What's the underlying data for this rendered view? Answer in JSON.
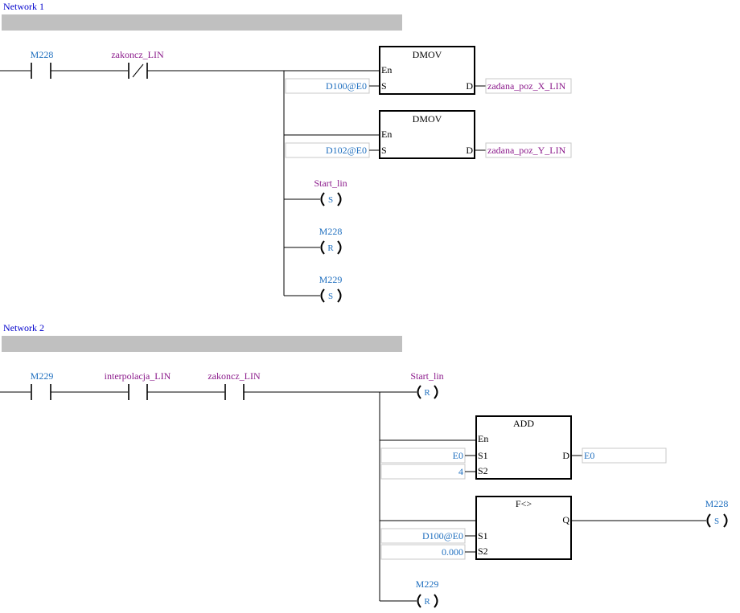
{
  "networks": [
    {
      "title": "Network 1",
      "contacts": [
        {
          "label": "M228"
        },
        {
          "label": "zakoncz_LIN"
        }
      ],
      "dmov1": {
        "name": "DMOV",
        "en": "En",
        "s": "S",
        "d": "D",
        "in_value": "D100@E0",
        "out_value": "zadana_poz_X_LIN"
      },
      "dmov2": {
        "name": "DMOV",
        "en": "En",
        "s": "S",
        "d": "D",
        "in_value": "D102@E0",
        "out_value": "zadana_poz_Y_LIN"
      },
      "coils": [
        {
          "label": "Start_lin",
          "type": "S"
        },
        {
          "label": "M228",
          "type": "R"
        },
        {
          "label": "M229",
          "type": "S"
        }
      ]
    },
    {
      "title": "Network 2",
      "contacts": [
        {
          "label": "M229"
        },
        {
          "label": "interpolacja_LIN"
        },
        {
          "label": "zakoncz_LIN"
        }
      ],
      "coil_top": {
        "label": "Start_lin",
        "type": "R"
      },
      "add": {
        "name": "ADD",
        "en": "En",
        "s1": "S1",
        "s2": "S2",
        "d": "D",
        "s1_value": "E0",
        "s2_value": "4",
        "d_value": "E0"
      },
      "fneq": {
        "name": "F<>",
        "s1": "S1",
        "s2": "S2",
        "q": "Q",
        "s1_value": "D100@E0",
        "s2_value": "0.000"
      },
      "coil_q": {
        "label": "M228",
        "type": "S"
      },
      "coil_bottom": {
        "label": "M229",
        "type": "R"
      }
    }
  ]
}
